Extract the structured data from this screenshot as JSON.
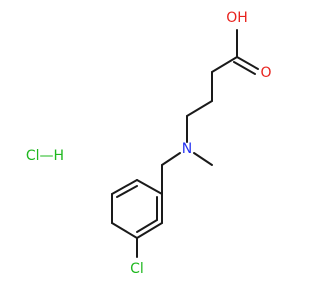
{
  "molecule": {
    "atoms": {
      "oh": "OH",
      "carbonyl_o": "O",
      "nitrogen": "N",
      "chlorine": "Cl",
      "salt": "Cl—H"
    },
    "colors": {
      "oxygen": "#e8231e",
      "nitrogen": "#2633f2",
      "chlorine": "#1fb81f",
      "bond": "#1a1a1a"
    }
  }
}
